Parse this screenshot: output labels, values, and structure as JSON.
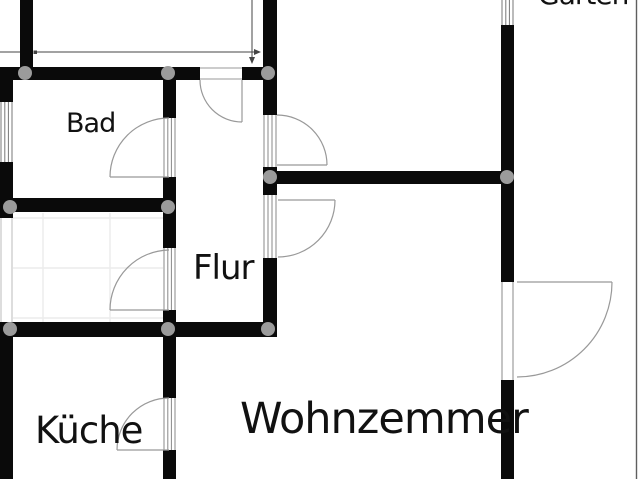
{
  "rooms": {
    "bad": {
      "label": "Bad"
    },
    "flur": {
      "label": "Flur"
    },
    "kueche": {
      "label": "Küche"
    },
    "wohnzimmer": {
      "label": "Wohnzemmer"
    },
    "garten": {
      "label": "Garten"
    }
  },
  "colors": {
    "wall": "#0a0a0a",
    "joint_dot": "#9b9b9b",
    "door_swing": "#999999",
    "window_frame": "#777777",
    "dimension_line": "#444444",
    "tile_grid": "#ececec",
    "background": "#ffffff",
    "label_text": "#111111"
  }
}
